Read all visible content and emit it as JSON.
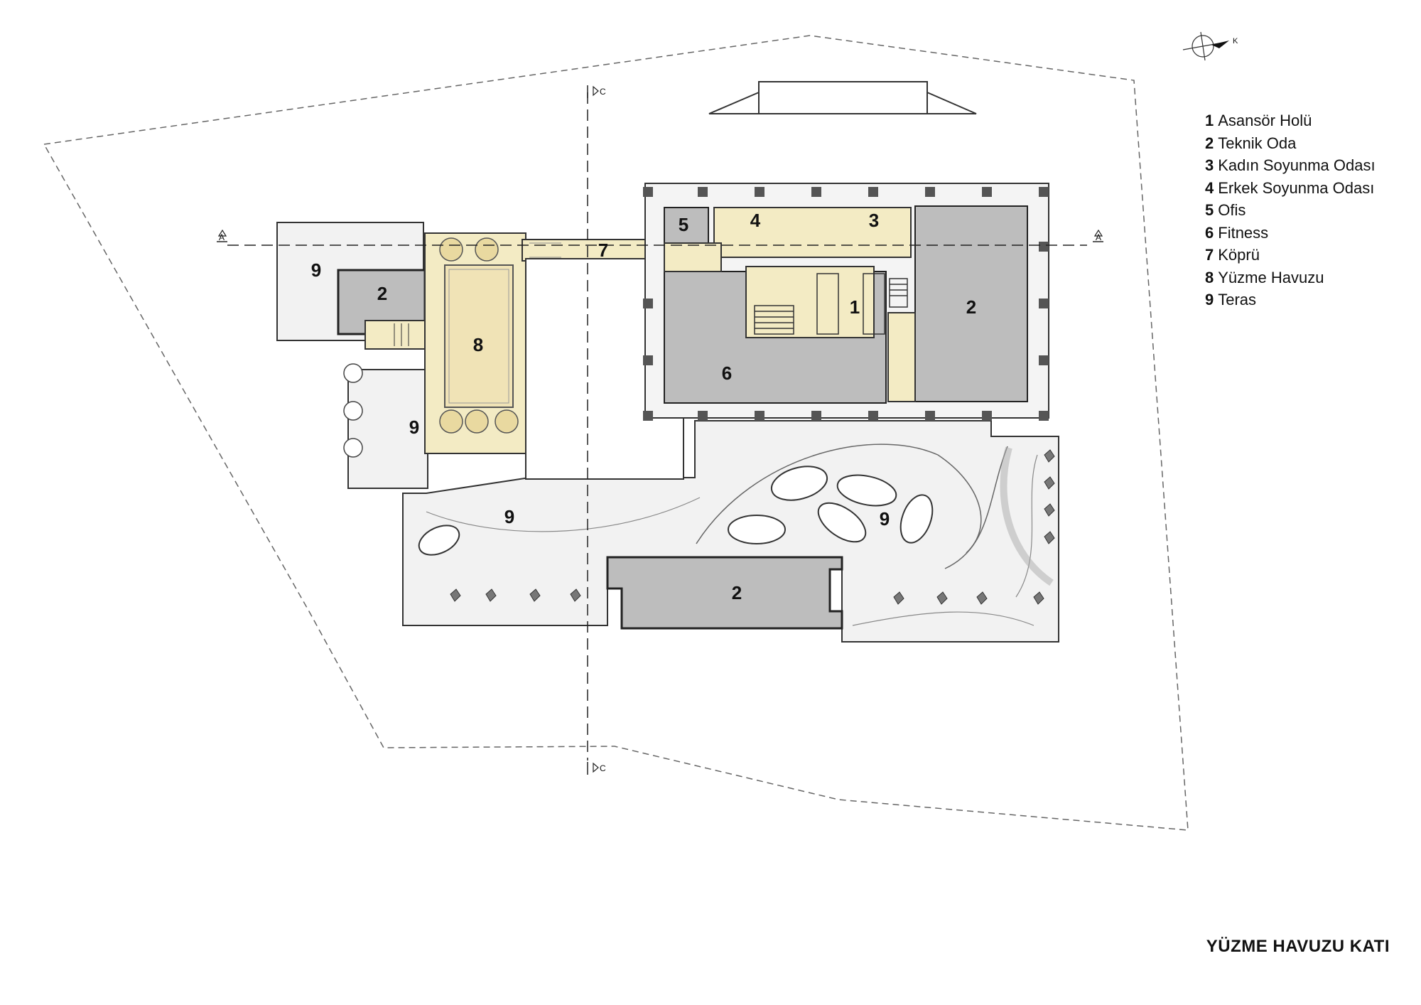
{
  "legend": [
    {
      "num": "1",
      "label": "Asansör Holü"
    },
    {
      "num": "2",
      "label": "Teknik Oda"
    },
    {
      "num": "3",
      "label": "Kadın Soyunma Odası"
    },
    {
      "num": "4",
      "label": "Erkek Soyunma Odası"
    },
    {
      "num": "5",
      "label": "Ofis"
    },
    {
      "num": "6",
      "label": "Fitness"
    },
    {
      "num": "7",
      "label": "Köprü"
    },
    {
      "num": "8",
      "label": "Yüzme Havuzu"
    },
    {
      "num": "9",
      "label": "Teras"
    }
  ],
  "title": "YÜZME HAVUZU KATI",
  "room_labels": {
    "r1": "1",
    "r2_tower": "2",
    "r2_west": "2",
    "r2_south": "2",
    "r3": "3",
    "r4": "4",
    "r5": "5",
    "r6": "6",
    "r7": "7",
    "r8": "8",
    "r9_west_top": "9",
    "r9_west_mid": "9",
    "r9_south": "9",
    "r9_east": "9"
  },
  "section_markers": {
    "a_left": "A",
    "a_right": "A",
    "c_top": "C",
    "c_bottom": "C"
  },
  "north_letter": "K",
  "colors": {
    "service": "#bdbdbd",
    "circulation": "#f3ebc4",
    "pool": "#f0e3b6",
    "terrace": "#f2f2f2",
    "line": "#333333"
  }
}
